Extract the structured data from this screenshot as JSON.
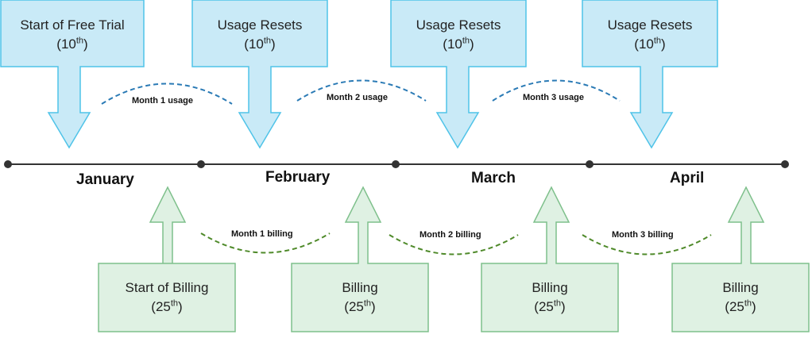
{
  "colors": {
    "usage_fill": "#c9eaf7",
    "usage_stroke": "#4fc3e8",
    "usage_dash": "#2a7ab5",
    "billing_fill": "#dff1e3",
    "billing_stroke": "#7fc08c",
    "billing_dash": "#4f8a2a",
    "axis": "#333333"
  },
  "months": [
    "January",
    "February",
    "March",
    "April"
  ],
  "usage_callouts": [
    {
      "title": "Start of Free Trial",
      "day_num": "10",
      "day_suffix": "th"
    },
    {
      "title": "Usage Resets",
      "day_num": "10",
      "day_suffix": "th"
    },
    {
      "title": "Usage Resets",
      "day_num": "10",
      "day_suffix": "th"
    },
    {
      "title": "Usage Resets",
      "day_num": "10",
      "day_suffix": "th"
    }
  ],
  "billing_callouts": [
    {
      "title": "Start of Billing",
      "day_num": "25",
      "day_suffix": "th"
    },
    {
      "title": "Billing",
      "day_num": "25",
      "day_suffix": "th"
    },
    {
      "title": "Billing",
      "day_num": "25",
      "day_suffix": "th"
    },
    {
      "title": "Billing",
      "day_num": "25",
      "day_suffix": "th"
    }
  ],
  "usage_arcs": [
    "Month 1 usage",
    "Month 2 usage",
    "Month 3 usage"
  ],
  "billing_arcs": [
    "Month 1 billing",
    "Month 2 billing",
    "Month 3 billing"
  ]
}
